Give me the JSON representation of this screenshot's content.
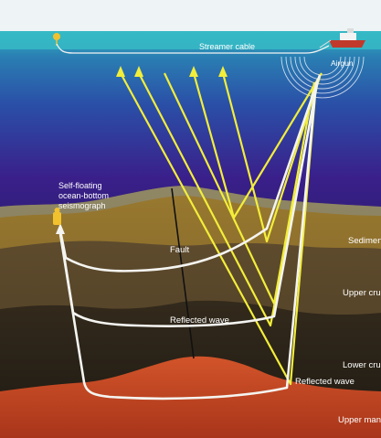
{
  "labels": {
    "streamer": "Streamer cable",
    "airgun": "Airgun",
    "obs": [
      "Self-floating",
      "ocean-bottom",
      "seismograph"
    ],
    "fault": "Fault",
    "reflected_wave_1": "Reflected wave",
    "reflected_wave_2": "Reflected wave",
    "layers": {
      "sediment": "Sediment",
      "upper_crust": "Upper crust",
      "lower_crust": "Lower crust",
      "upper_mantle": "Upper mantle"
    }
  },
  "colors": {
    "sky": "#e9f2f5",
    "sea_surface": "#2fb0bf",
    "sea_deep": "#3a1f8a",
    "sediment": "#8a6a2a",
    "upper_crust": "#5c4a2c",
    "lower_crust": "#2b2318",
    "upper_mantle": "#c84a1e",
    "ray_yellow": "#f2ee3a",
    "ray_white": "#f4f4f0",
    "fault": "#111111"
  },
  "icons": [
    "ship-icon",
    "buoy-icon",
    "seismograph-icon"
  ]
}
